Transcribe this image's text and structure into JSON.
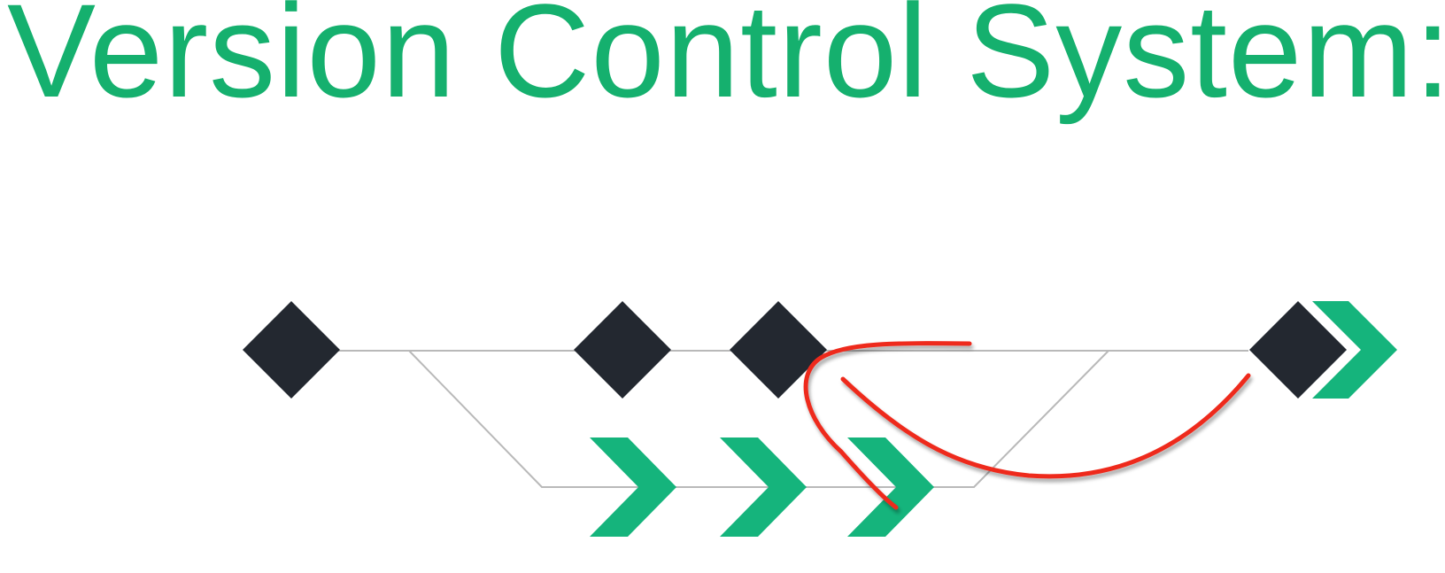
{
  "title": "Version Control System:",
  "colors": {
    "title": "#15b06e",
    "commit_main": "#232830",
    "commit_branch": "#15b47c",
    "branch_line": "#b9b9b9",
    "annotation": "#ee2b1f"
  },
  "diagram": {
    "main_commits": 4,
    "branch_commits": 3,
    "head_marker_icon": "chevron-right-icon",
    "commit_icon": "diamond-icon",
    "branch_commit_icon": "chevron-right-icon",
    "annotation": "red-hand-drawn-arrow"
  }
}
